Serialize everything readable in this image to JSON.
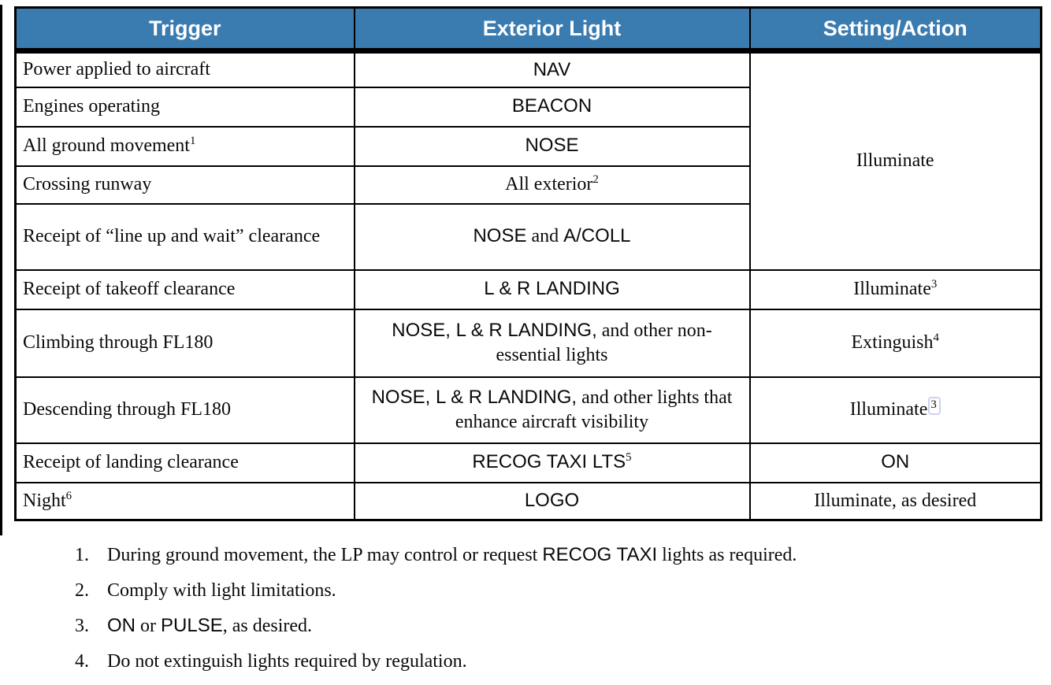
{
  "theme": {
    "header_bg": "#3a7bb0",
    "header_text": "#ffffff",
    "border": "#000000",
    "highlight_box_border": "#c9d3f0"
  },
  "table": {
    "headers": [
      "Trigger",
      "Exterior Light",
      "Setting/Action"
    ],
    "rows": [
      {
        "trigger": [
          {
            "t": "Power applied to aircraft",
            "f": "serif"
          }
        ],
        "light": [
          {
            "t": "NAV",
            "f": "sans"
          }
        ],
        "action": {
          "segments": [
            {
              "t": "Illuminate",
              "f": "serif"
            }
          ],
          "rowspan": 5
        }
      },
      {
        "trigger": [
          {
            "t": "Engines operating",
            "f": "serif"
          }
        ],
        "light": [
          {
            "t": "BEACON",
            "f": "sans"
          }
        ],
        "action": null
      },
      {
        "trigger": [
          {
            "t": "All ground movement",
            "f": "serif"
          },
          {
            "t": "1",
            "f": "sup-serif"
          }
        ],
        "light": [
          {
            "t": "NOSE",
            "f": "sans"
          }
        ],
        "action": null
      },
      {
        "trigger": [
          {
            "t": "Crossing runway",
            "f": "serif"
          }
        ],
        "light": [
          {
            "t": "All exterior",
            "f": "serif"
          },
          {
            "t": "2",
            "f": "sup-serif"
          }
        ],
        "action": null
      },
      {
        "trigger": [
          {
            "t": "Receipt of “line up and wait” clearance",
            "f": "serif"
          }
        ],
        "light": [
          {
            "t": "NOSE",
            "f": "sans"
          },
          {
            "t": " and ",
            "f": "serif"
          },
          {
            "t": "A/COLL",
            "f": "sans"
          }
        ],
        "action": null
      },
      {
        "trigger": [
          {
            "t": "Receipt of takeoff clearance",
            "f": "serif"
          }
        ],
        "light": [
          {
            "t": "L & R LANDING",
            "f": "sans"
          }
        ],
        "action": {
          "segments": [
            {
              "t": "Illuminate",
              "f": "serif"
            },
            {
              "t": "3",
              "f": "sup-serif"
            }
          ]
        }
      },
      {
        "trigger": [
          {
            "t": "Climbing through FL180",
            "f": "serif"
          }
        ],
        "light": [
          {
            "t": "NOSE, L & R LANDING,",
            "f": "sans"
          },
          {
            "t": " and other non-essential lights",
            "f": "serif"
          }
        ],
        "action": {
          "segments": [
            {
              "t": "Extinguish",
              "f": "serif"
            },
            {
              "t": "4",
              "f": "sup-serif"
            }
          ]
        }
      },
      {
        "trigger": [
          {
            "t": "Descending through FL180",
            "f": "serif"
          }
        ],
        "light": [
          {
            "t": "NOSE, L & R LANDING,",
            "f": "sans"
          },
          {
            "t": " and other lights that enhance aircraft visibility",
            "f": "serif"
          }
        ],
        "action": {
          "segments": [
            {
              "t": "Illuminate",
              "f": "serif"
            },
            {
              "t": "3",
              "f": "sup-boxed"
            }
          ]
        }
      },
      {
        "trigger": [
          {
            "t": "Receipt of landing clearance",
            "f": "serif"
          }
        ],
        "light": [
          {
            "t": "RECOG TAXI LTS",
            "f": "sans"
          },
          {
            "t": "5",
            "f": "sup-serif"
          }
        ],
        "action": {
          "segments": [
            {
              "t": "ON",
              "f": "sans"
            }
          ]
        }
      },
      {
        "trigger": [
          {
            "t": "Night",
            "f": "serif"
          },
          {
            "t": "6",
            "f": "sup-serif"
          }
        ],
        "light": [
          {
            "t": "LOGO",
            "f": "sans"
          }
        ],
        "action": {
          "segments": [
            {
              "t": "Illuminate, as desired",
              "f": "serif"
            }
          ]
        }
      }
    ]
  },
  "footnotes": [
    {
      "num": "1.",
      "segments": [
        {
          "t": "During ground movement, the LP may control or request ",
          "f": "serif"
        },
        {
          "t": "RECOG TAXI",
          "f": "sans"
        },
        {
          "t": " lights as required.",
          "f": "serif"
        }
      ]
    },
    {
      "num": "2.",
      "segments": [
        {
          "t": "Comply with light limitations.",
          "f": "serif"
        }
      ]
    },
    {
      "num": "3.",
      "segments": [
        {
          "t": "ON",
          "f": "sans"
        },
        {
          "t": " or ",
          "f": "serif"
        },
        {
          "t": "PULSE",
          "f": "sans"
        },
        {
          "t": ", as desired.",
          "f": "serif"
        }
      ]
    },
    {
      "num": "4.",
      "segments": [
        {
          "t": "Do not extinguish lights required by regulation.",
          "f": "serif"
        }
      ]
    }
  ]
}
